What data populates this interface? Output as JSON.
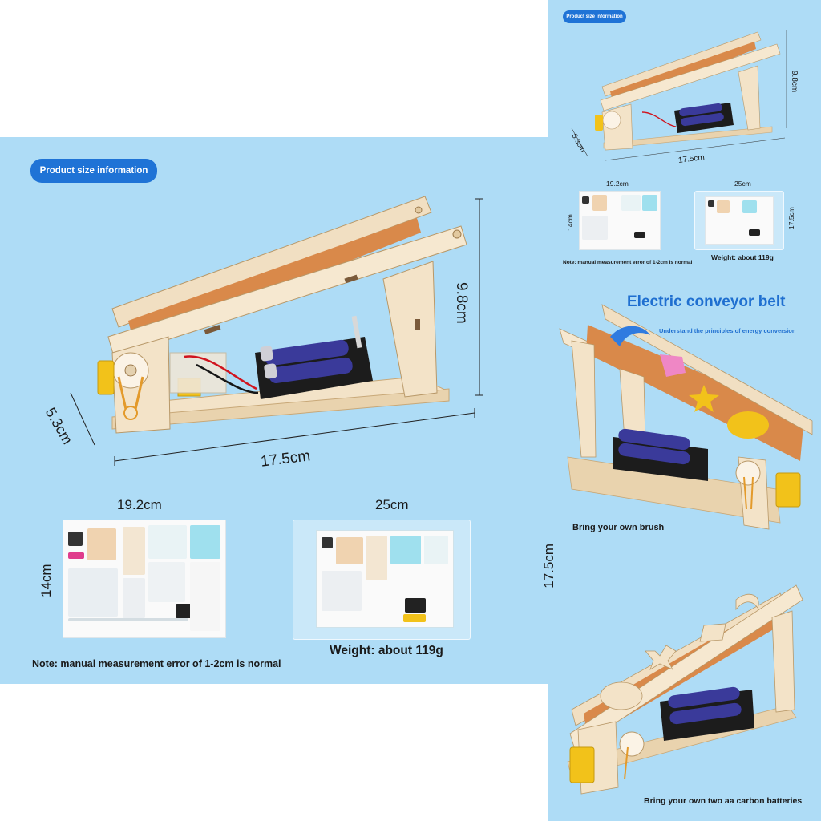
{
  "main": {
    "badge": "Product size information",
    "dim_height": "9.8cm",
    "dim_depth": "5.3cm",
    "dim_length": "17.5cm",
    "manual": {
      "width": "19.2cm",
      "height": "14cm"
    },
    "package": {
      "width": "25cm",
      "height": "17.5cm"
    },
    "weight": "Weight: about 119g",
    "note": "Note: manual measurement error of 1-2cm is normal"
  },
  "right_top": {
    "badge": "Product size information",
    "dim_height": "9.8cm",
    "dim_depth": "5.3cm",
    "dim_length": "17.5cm",
    "manual": {
      "width": "19.2cm",
      "height": "14cm"
    },
    "package": {
      "width": "25cm",
      "height": "17.5cm"
    },
    "weight": "Weight: about 119g",
    "note": "Note: manual measurement error of 1-2cm is normal"
  },
  "right_mid": {
    "title": "Electric conveyor belt",
    "subtitle": "Understand the principles of energy conversion",
    "caption": "Bring your own brush"
  },
  "right_bottom": {
    "caption": "Bring your own two aa carbon batteries"
  },
  "colors": {
    "background": "#aedcf6",
    "badge": "#1f73d6",
    "title": "#1f6fd0",
    "wood": "#f3e3c8",
    "belt": "#d9894a",
    "battery": "#3a3a9a"
  }
}
